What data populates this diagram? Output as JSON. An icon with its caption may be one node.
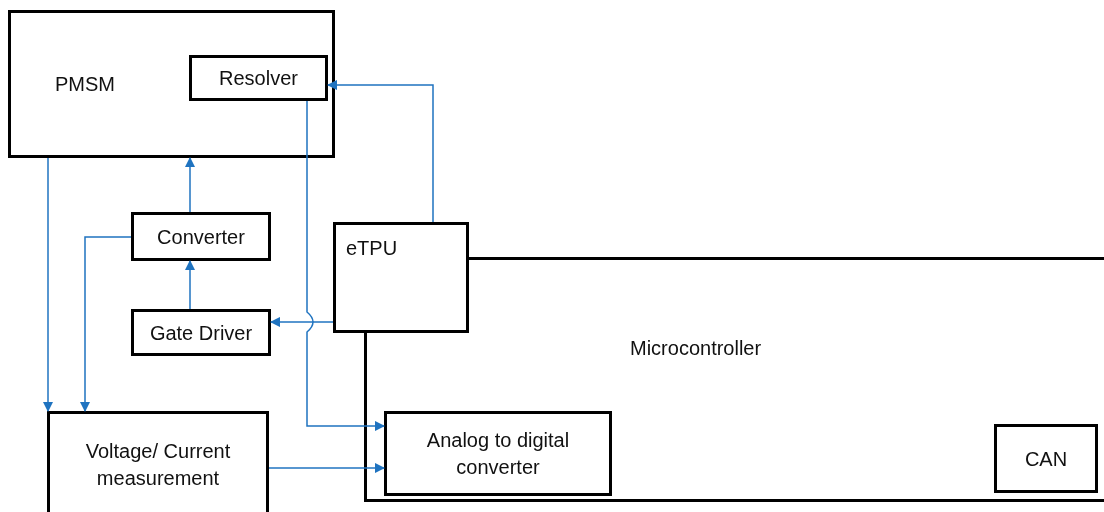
{
  "diagram": {
    "nodes": [
      {
        "text": [
          "PMSM"
        ]
      },
      {
        "text": [
          "Resolver"
        ],
        "in": 0
      },
      {
        "text": [
          "Converter"
        ]
      },
      {
        "text": [
          "Gate Driver"
        ]
      },
      {
        "text": [
          "eTPU"
        ]
      },
      {
        "text": [
          "Microcontroller"
        ]
      },
      {
        "text": [
          "Analog to digital converter"
        ],
        "in": 5
      },
      {
        "text": [
          "CAN"
        ],
        "in": 5
      },
      {
        "text": [
          "Voltage/ Current measurement"
        ]
      }
    ],
    "edges": [
      {
        "from": 4,
        "to": 1,
        "arrow": "to"
      },
      {
        "from": 1,
        "to": 6,
        "arrow": "to"
      },
      {
        "from": 0,
        "to": 8,
        "arrow": "to"
      },
      {
        "from": 2,
        "to": 8,
        "arrow": "to"
      },
      {
        "from": 2,
        "to": 0,
        "arrow": "to"
      },
      {
        "from": 3,
        "to": 2,
        "arrow": "to"
      },
      {
        "from": 4,
        "to": 3,
        "arrow": "to"
      },
      {
        "from": 8,
        "to": 6,
        "arrow": "to"
      }
    ]
  }
}
